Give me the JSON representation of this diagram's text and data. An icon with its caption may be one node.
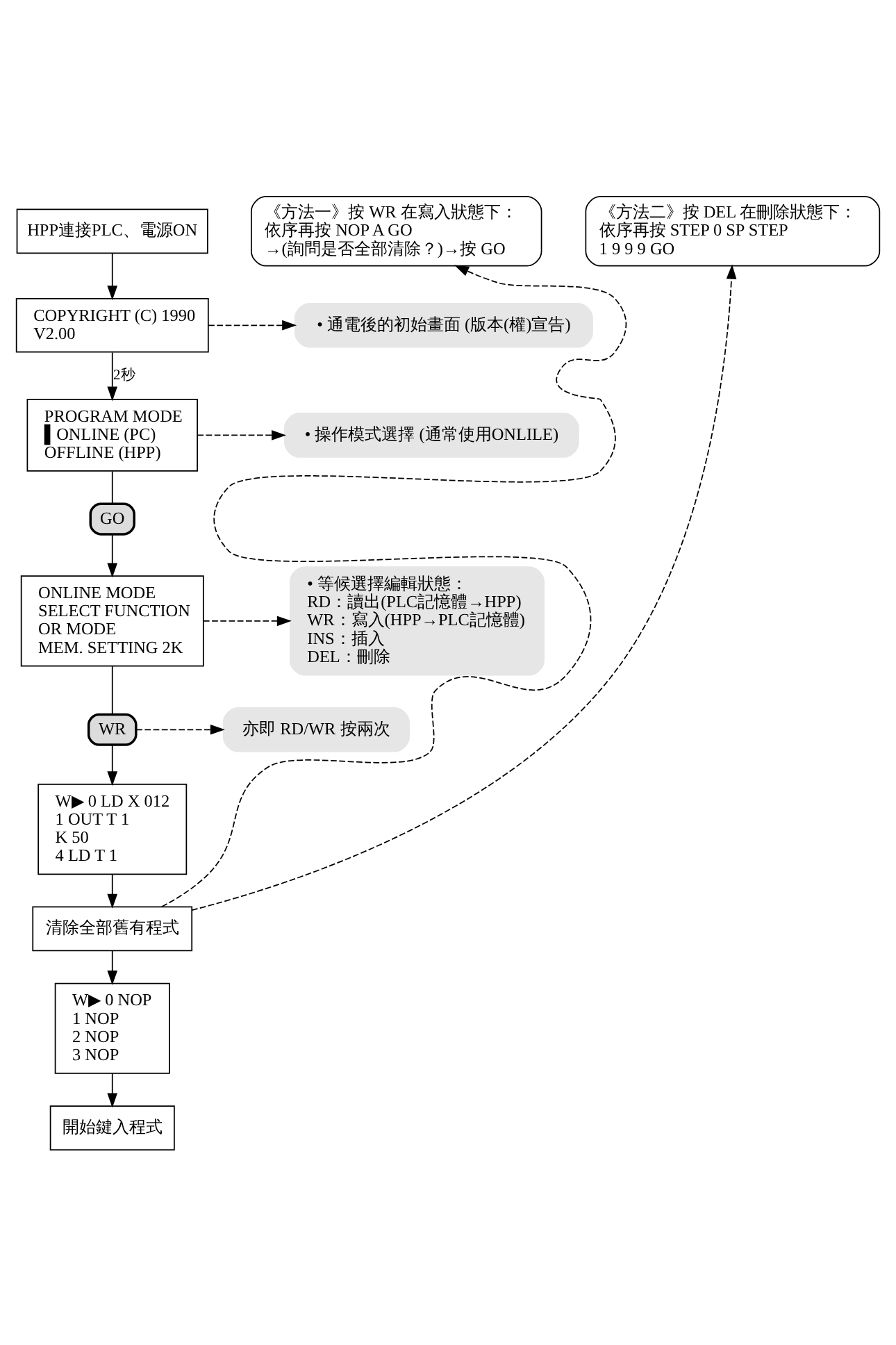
{
  "diagram": {
    "nodes": [
      {
        "text": [
          "HPP連接PLC、電源ON"
        ]
      },
      {
        "text": [
          "COPYRIGHT (C) 1990",
          "V2.00"
        ]
      },
      {
        "text": [
          "• 通電後的初始畫面 (版本(權)宣告)"
        ]
      },
      {
        "text": [
          "PROGRAM MODE",
          "▌ONLINE (PC)",
          "OFFLINE (HPP)"
        ]
      },
      {
        "text": [
          "• 操作模式選擇 (通常使用ONLILE)"
        ]
      },
      {
        "text": [
          "GO"
        ]
      },
      {
        "text": [
          "ONLINE MODE",
          "SELECT FUNCTION",
          "OR MODE",
          "MEM. SETTING 2K"
        ]
      },
      {
        "text": [
          "• 等候選擇編輯狀態：",
          "RD：讀出(PLC記憶體→HPP)",
          "WR：寫入(HPP→PLC記憶體)",
          "INS：插入",
          "DEL：刪除"
        ]
      },
      {
        "text": [
          "WR"
        ]
      },
      {
        "text": [
          "亦即 RD/WR 按兩次"
        ]
      },
      {
        "text": [
          "W▶ 0 LD X 012",
          "1 OUT T 1",
          "K 50",
          "4 LD T 1"
        ]
      },
      {
        "text": [
          "清除全部舊有程式"
        ]
      },
      {
        "text": [
          "《方法一》按 WR 在寫入狀態下：",
          "依序再按 NOP A GO",
          "→(詢問是否全部清除？)→按 GO"
        ]
      },
      {
        "text": [
          "《方法二》按 DEL 在刪除狀態下：",
          "依序再按 STEP 0 SP STEP",
          "1 9 9 9 GO"
        ]
      },
      {
        "text": [
          "W▶ 0 NOP",
          "1 NOP",
          "2 NOP",
          "3 NOP"
        ]
      },
      {
        "text": [
          "開始鍵入程式"
        ]
      }
    ],
    "edges": [
      {
        "from": 0,
        "to": 1,
        "arrow": "to"
      },
      {
        "from": 1,
        "to": 2,
        "arrow": "to",
        "style": "dashed"
      },
      {
        "from": 1,
        "to": 3,
        "arrow": "to",
        "label": "2秒"
      },
      {
        "from": 3,
        "to": 4,
        "arrow": "to",
        "style": "dashed"
      },
      {
        "from": 3,
        "to": 5,
        "arrow": "none"
      },
      {
        "from": 5,
        "to": 6,
        "arrow": "to"
      },
      {
        "from": 6,
        "to": 7,
        "arrow": "to",
        "style": "dashed"
      },
      {
        "from": 6,
        "to": 8,
        "arrow": "none"
      },
      {
        "from": 8,
        "to": 9,
        "arrow": "to",
        "style": "dashed"
      },
      {
        "from": 8,
        "to": 10,
        "arrow": "to"
      },
      {
        "from": 10,
        "to": 11,
        "arrow": "to"
      },
      {
        "from": 11,
        "to": 12,
        "arrow": "to",
        "style": "dashed"
      },
      {
        "from": 11,
        "to": 13,
        "arrow": "to",
        "style": "dashed"
      },
      {
        "from": 11,
        "to": 14,
        "arrow": "to"
      },
      {
        "from": 14,
        "to": 15,
        "arrow": "to"
      }
    ]
  }
}
